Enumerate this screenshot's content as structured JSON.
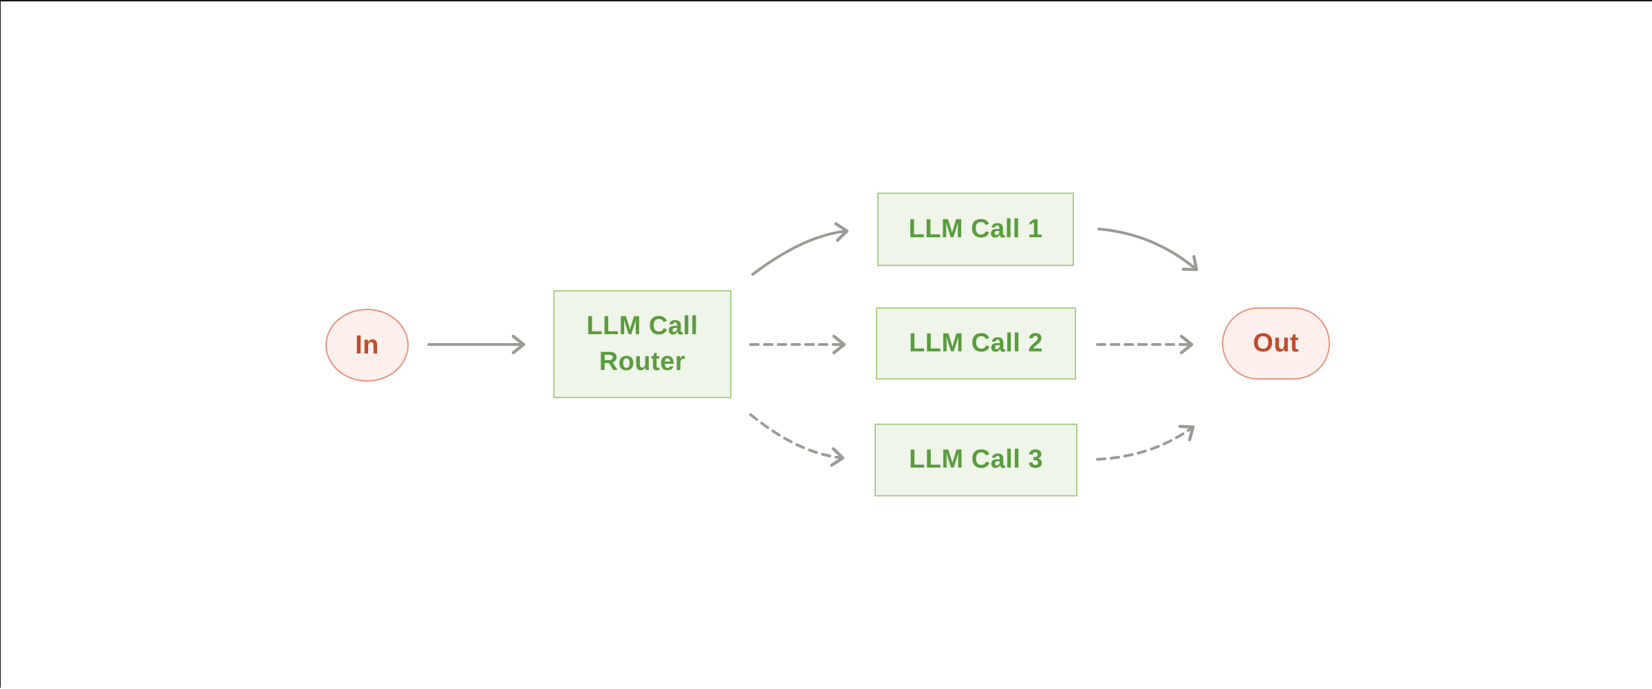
{
  "colors": {
    "canvas_border": "#161616",
    "arrow_gray": "#9b9b95",
    "green_fill": "#eff5e8",
    "green_border": "#abd08a",
    "green_text": "#5a9c3f",
    "pink_fill": "#fdf0ec",
    "pink_border": "#e8947e",
    "pink_text": "#c04b2d"
  },
  "diagram": {
    "nodes": {
      "input": {
        "label": "In"
      },
      "router": {
        "label": "LLM Call Router"
      },
      "call1": {
        "label": "LLM Call 1"
      },
      "call2": {
        "label": "LLM Call 2"
      },
      "call3": {
        "label": "LLM Call 3"
      },
      "output": {
        "label": "Out"
      }
    },
    "edges": [
      {
        "from": "In",
        "to": "LLM Call Router",
        "style": "solid"
      },
      {
        "from": "LLM Call Router",
        "to": "LLM Call 1",
        "style": "solid"
      },
      {
        "from": "LLM Call Router",
        "to": "LLM Call 2",
        "style": "dashed"
      },
      {
        "from": "LLM Call Router",
        "to": "LLM Call 3",
        "style": "dashed"
      },
      {
        "from": "LLM Call 1",
        "to": "Out",
        "style": "solid"
      },
      {
        "from": "LLM Call 2",
        "to": "Out",
        "style": "dashed"
      },
      {
        "from": "LLM Call 3",
        "to": "Out",
        "style": "dashed"
      }
    ]
  }
}
